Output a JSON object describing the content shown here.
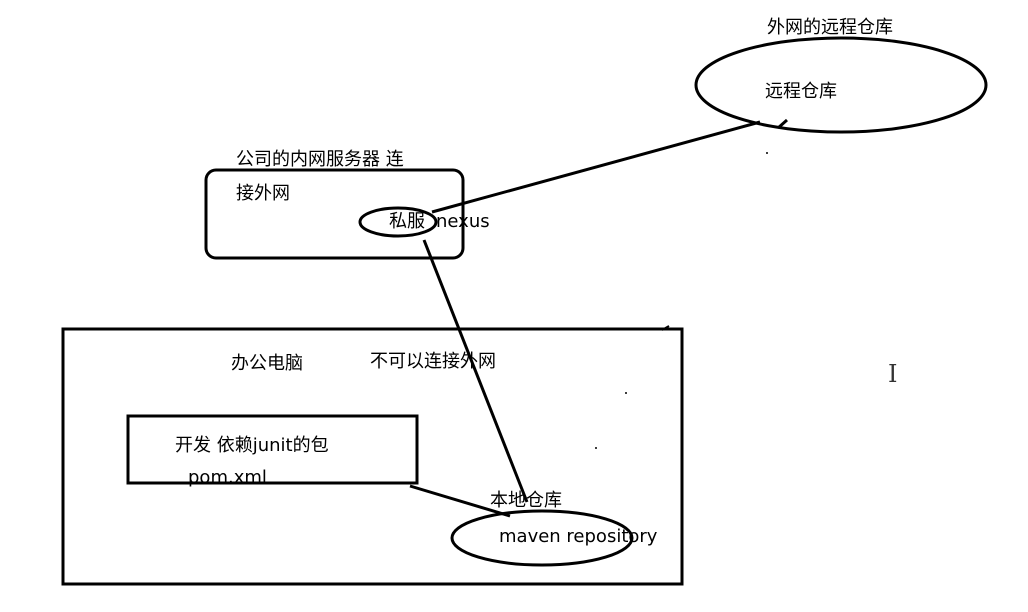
{
  "diagram": {
    "remote_repo_caption": "外网的远程仓库",
    "remote_repo_label": "远程仓库",
    "company_server_caption_line1": "公司的内网服务器  连",
    "company_server_caption_line2": "接外网",
    "private_server_label": "私服",
    "nexus_label": "nexus",
    "office_pc_label": "办公电脑",
    "no_internet_label": "不可以连接外网",
    "dev_line1": "开发  依赖junit的包",
    "dev_line2": "pom.xml",
    "local_repo_caption": "本地仓库",
    "local_repo_label": "maven  repository"
  }
}
